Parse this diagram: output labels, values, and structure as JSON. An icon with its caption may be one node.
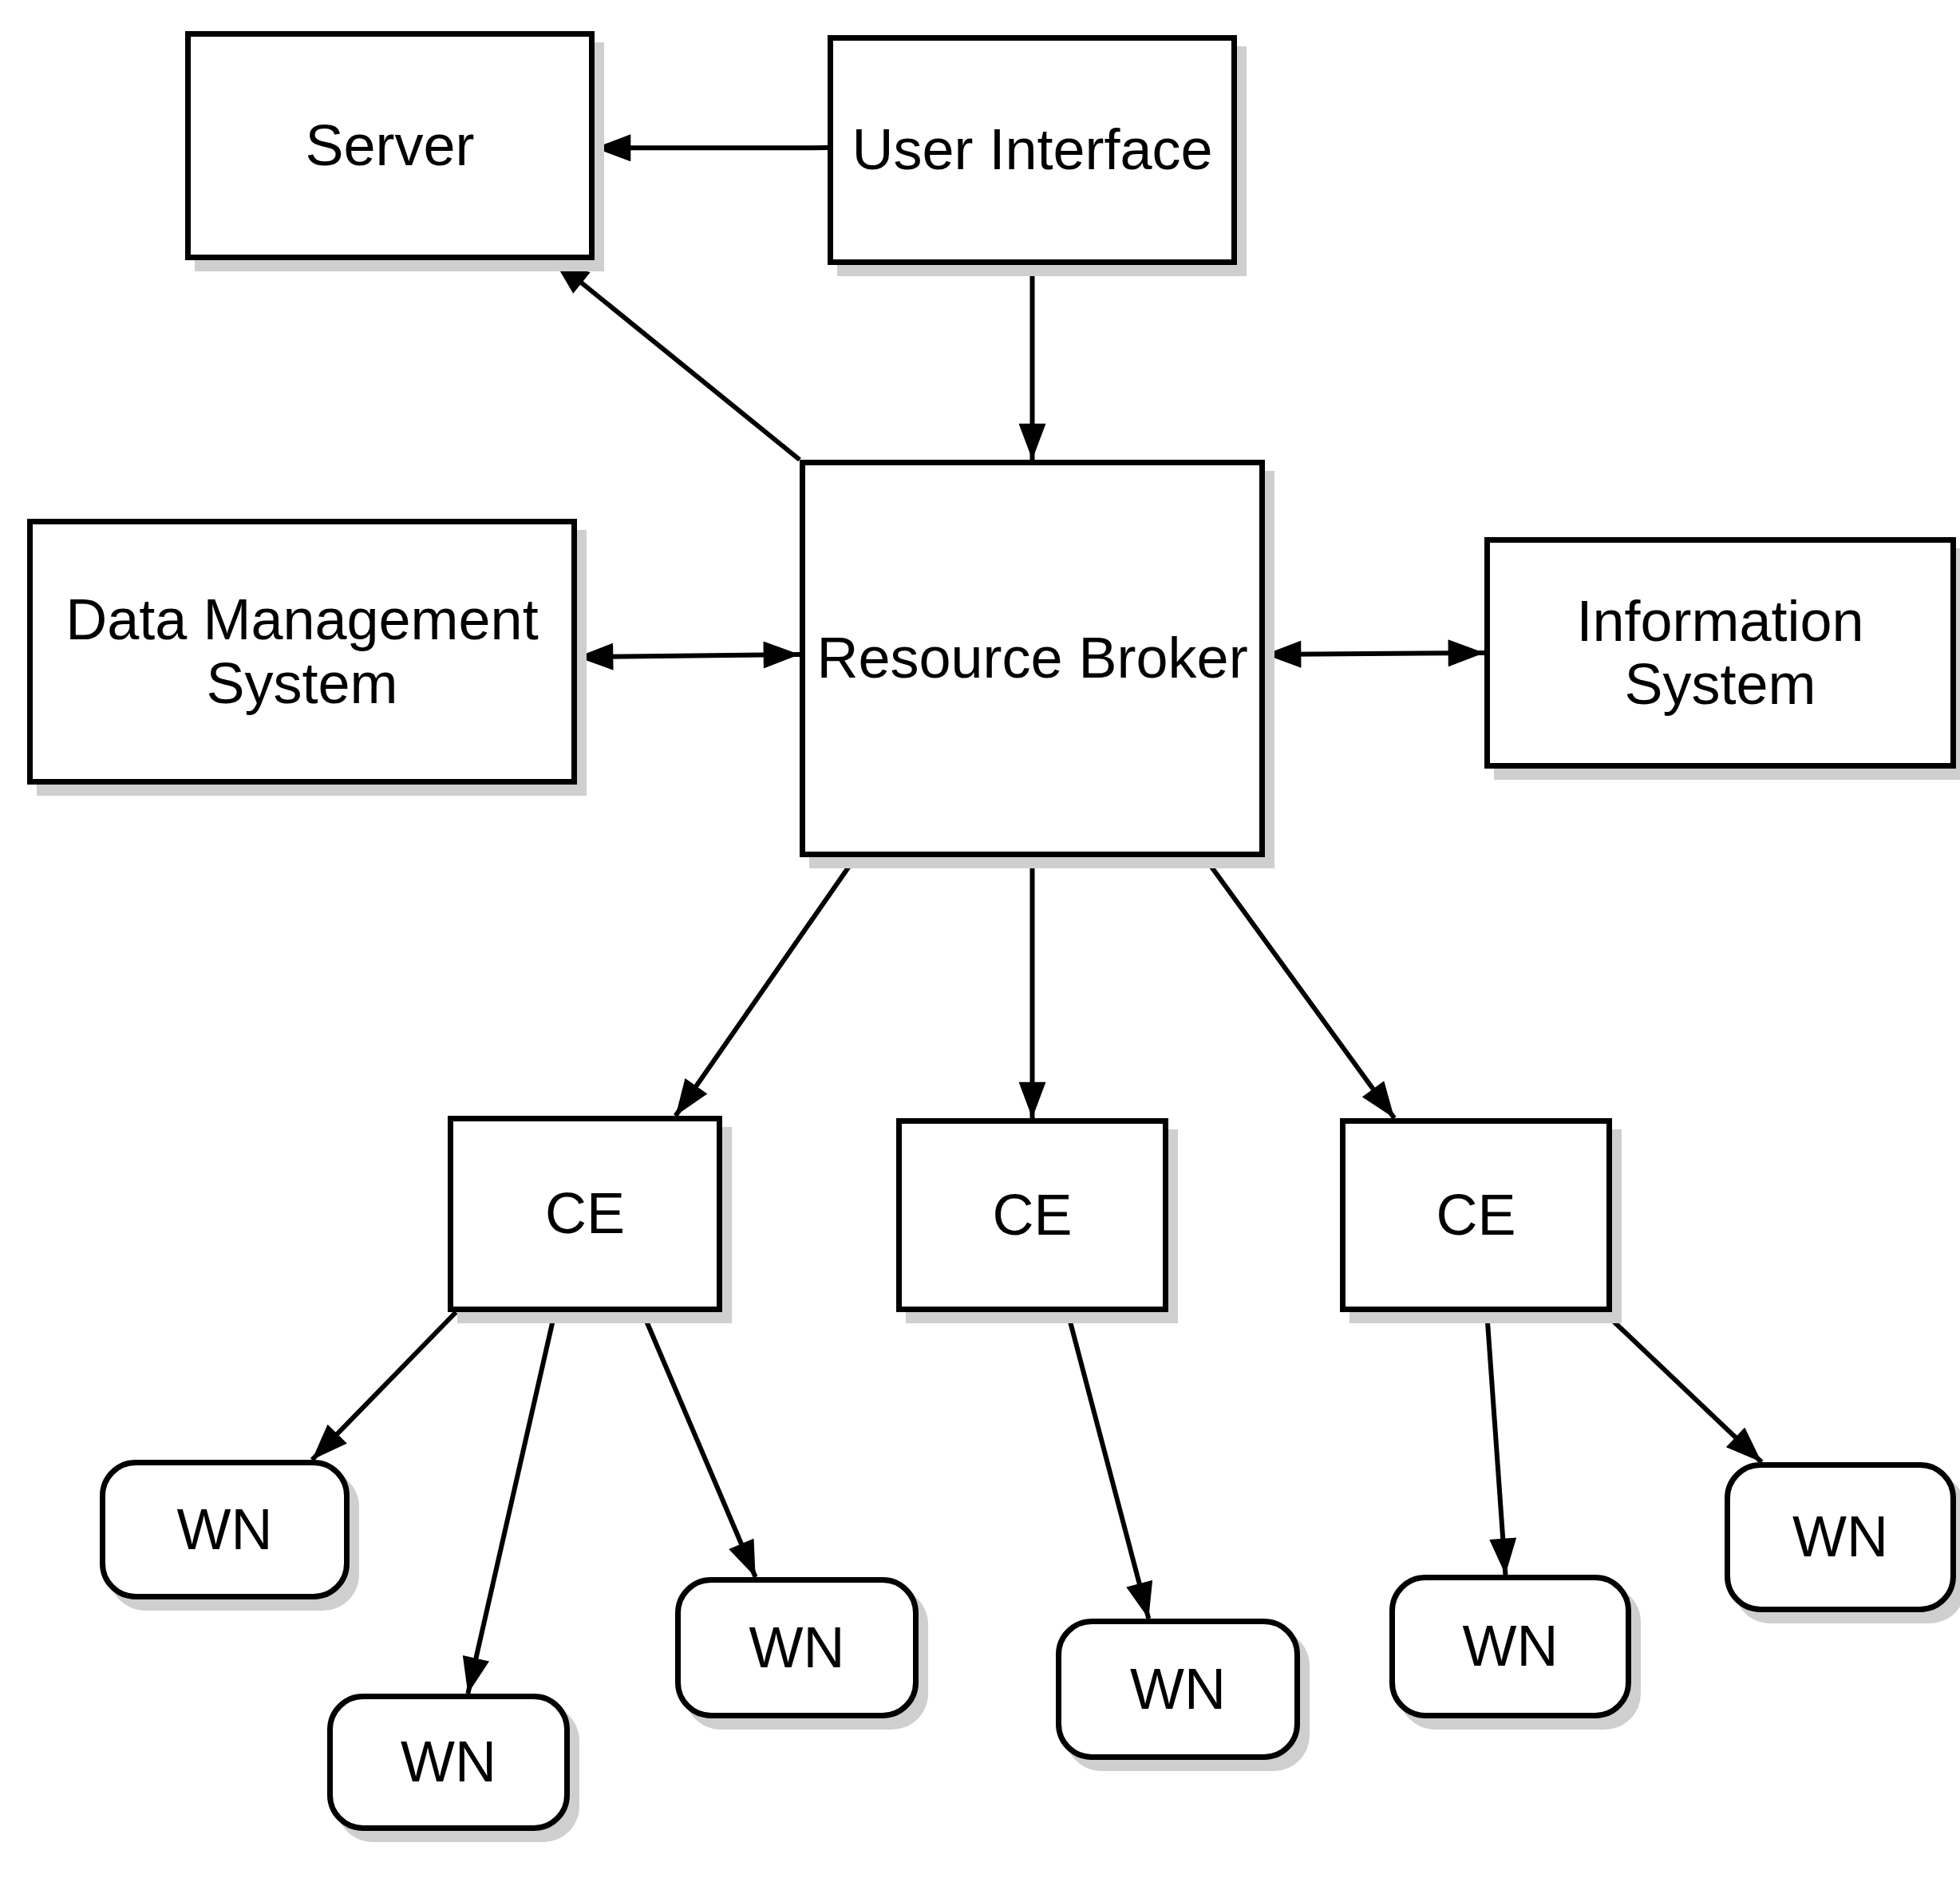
{
  "diagram": {
    "nodes": [
      {
        "text": [
          "Server"
        ]
      },
      {
        "text": [
          "User Interface"
        ]
      },
      {
        "text": [
          "Data Management System"
        ]
      },
      {
        "text": [
          "Resource Broker"
        ]
      },
      {
        "text": [
          "Information System"
        ]
      },
      {
        "text": [
          "CE"
        ]
      },
      {
        "text": [
          "CE"
        ]
      },
      {
        "text": [
          "CE"
        ]
      },
      {
        "text": [
          "WN"
        ]
      },
      {
        "text": [
          "WN"
        ]
      },
      {
        "text": [
          "WN"
        ]
      },
      {
        "text": [
          "WN"
        ]
      },
      {
        "text": [
          "WN"
        ]
      },
      {
        "text": [
          "WN"
        ]
      }
    ],
    "edges": [
      {
        "from": 1,
        "to": 0,
        "arrow": "to"
      },
      {
        "from": 1,
        "to": 3,
        "arrow": "to"
      },
      {
        "from": 3,
        "to": 0,
        "arrow": "to"
      },
      {
        "from": 2,
        "to": 3,
        "arrow": "both"
      },
      {
        "from": 3,
        "to": 4,
        "arrow": "both"
      },
      {
        "from": 3,
        "to": 5,
        "arrow": "to"
      },
      {
        "from": 3,
        "to": 6,
        "arrow": "to"
      },
      {
        "from": 3,
        "to": 7,
        "arrow": "to"
      },
      {
        "from": 5,
        "to": 8,
        "arrow": "to"
      },
      {
        "from": 5,
        "to": 9,
        "arrow": "to"
      },
      {
        "from": 5,
        "to": 10,
        "arrow": "to"
      },
      {
        "from": 6,
        "to": 11,
        "arrow": "to"
      },
      {
        "from": 7,
        "to": 12,
        "arrow": "to"
      },
      {
        "from": 7,
        "to": 13,
        "arrow": "to"
      }
    ]
  }
}
